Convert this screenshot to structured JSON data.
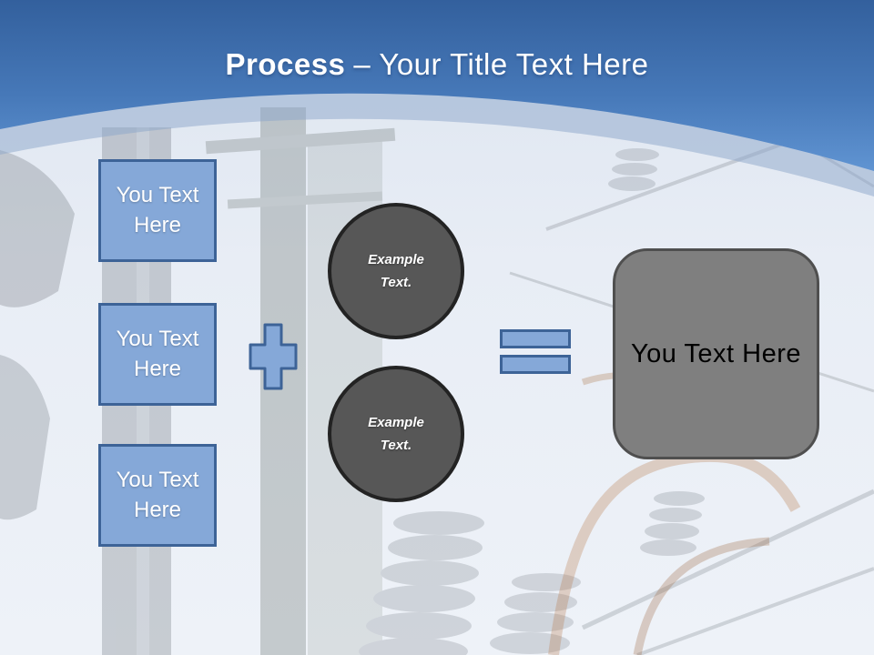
{
  "slide": {
    "title": {
      "emphasis": "Process",
      "rest": "– Your Title Text Here"
    },
    "input_boxes": [
      {
        "label": "You Text Here"
      },
      {
        "label": "You Text Here"
      },
      {
        "label": "You Text Here"
      }
    ],
    "operators": [
      {
        "name": "plus",
        "symbol": "+"
      },
      {
        "name": "equals",
        "symbol": "="
      }
    ],
    "process_circles": [
      {
        "label": "Example Text."
      },
      {
        "label": "Example Text."
      }
    ],
    "result_box": {
      "label": "You Text Here"
    },
    "colors": {
      "header_gradient_top": "#33609d",
      "header_gradient_bottom": "#6094d2",
      "header_band": "#8ca6c9",
      "accent_fill": "#85a8d8",
      "accent_border": "#3d6397",
      "circle_fill": "#575757",
      "circle_border": "#232323",
      "result_fill": "#7f7f7f",
      "result_border": "#4f4f4f",
      "title_text": "#ffffff",
      "background_tint": "#e8edf5"
    },
    "background_description": "washed-out photo of electrical substation insulators and poles"
  }
}
